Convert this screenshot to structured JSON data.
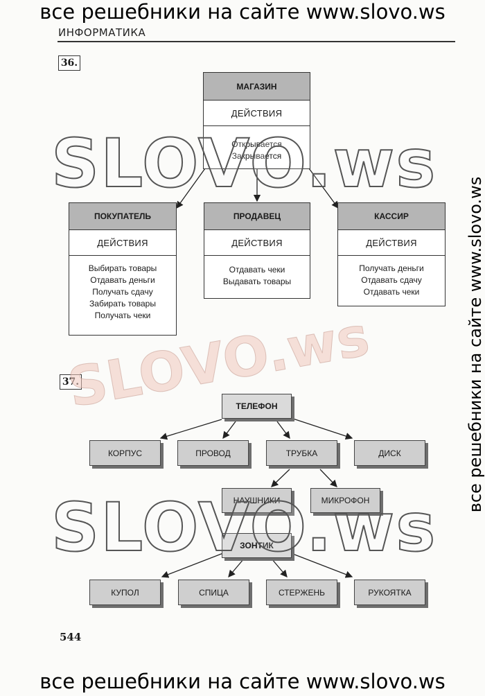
{
  "banner": {
    "text": "все решебники на сайте www.slovo.ws"
  },
  "header": {
    "running_head": "ИНФОРМАТИКА"
  },
  "task36": {
    "number": "36.",
    "classes": [
      {
        "title": "МАГАЗИН",
        "actions_label": "ДЕЙСТВИЯ",
        "operations": [
          "Открывается",
          "Закрывается"
        ]
      },
      {
        "title": "ПОКУПАТЕЛЬ",
        "actions_label": "ДЕЙСТВИЯ",
        "operations": [
          "Выбирать товары",
          "Отдавать деньги",
          "Получать сдачу",
          "Забирать товары",
          "Получать чеки"
        ]
      },
      {
        "title": "ПРОДАВЕЦ",
        "actions_label": "ДЕЙСТВИЯ",
        "operations": [
          "Отдавать чеки",
          "Выдавать товары"
        ]
      },
      {
        "title": "КАССИР",
        "actions_label": "ДЕЙСТВИЯ",
        "operations": [
          "Получать деньги",
          "Отдавать сдачу",
          "Отдавать чеки"
        ]
      }
    ]
  },
  "task37": {
    "number": "37.",
    "tree1": {
      "root": "ТЕЛЕФОН",
      "children": [
        "КОРПУС",
        "ПРОВОД",
        "ТРУБКА",
        "ДИСК"
      ],
      "grandchildren": [
        "НАУШНИКИ",
        "МИКРОФОН"
      ]
    },
    "tree2": {
      "root": "ЗОНТИК",
      "children": [
        "КУПОЛ",
        "СПИЦА",
        "СТЕРЖЕНЬ",
        "РУКОЯТКА"
      ]
    }
  },
  "watermark": {
    "text": "SLOVO.ws"
  },
  "footer": {
    "page_number": "544"
  }
}
